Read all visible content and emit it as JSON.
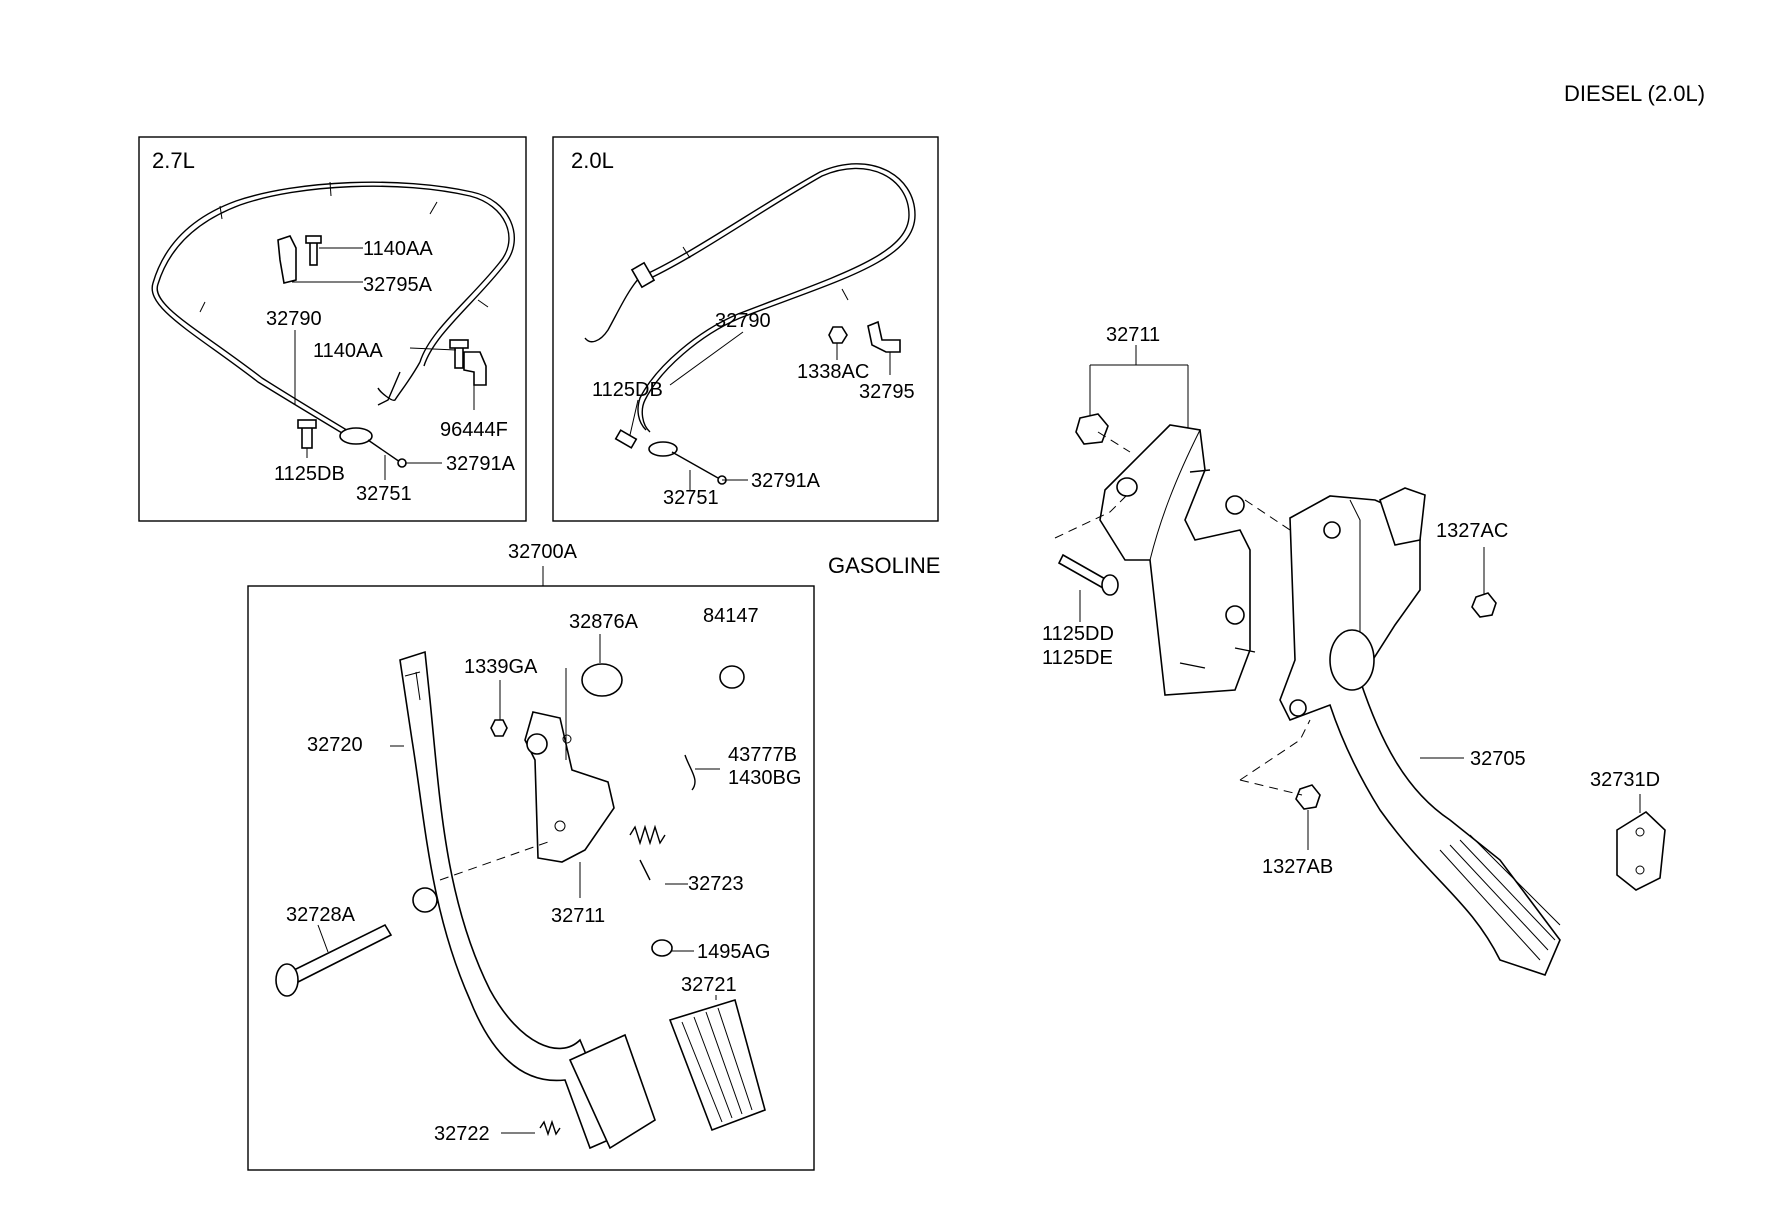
{
  "diagram": {
    "corner_title": "DIESEL (2.0L)",
    "gasoline_label": "GASOLINE",
    "panel_27": {
      "title": "2.7L",
      "labels": [
        "1140AA",
        "32795A",
        "32790",
        "1140AA",
        "96444F",
        "1125DB",
        "32751",
        "32791A"
      ]
    },
    "panel_20": {
      "title": "2.0L",
      "labels": [
        "32790",
        "1338AC",
        "32795",
        "1125DB",
        "32751",
        "32791A"
      ]
    },
    "assembly_label": "32700A",
    "gasoline_box": {
      "labels": [
        "32876A",
        "84147",
        "1339GA",
        "32720",
        "43777B",
        "1430BG",
        "32723",
        "32711",
        "32728A",
        "1495AG",
        "32721",
        "32722"
      ]
    },
    "diesel": {
      "labels": [
        "32711",
        "1327AC",
        "1125DD",
        "1125DE",
        "32705",
        "32731D",
        "1327AB"
      ]
    }
  }
}
